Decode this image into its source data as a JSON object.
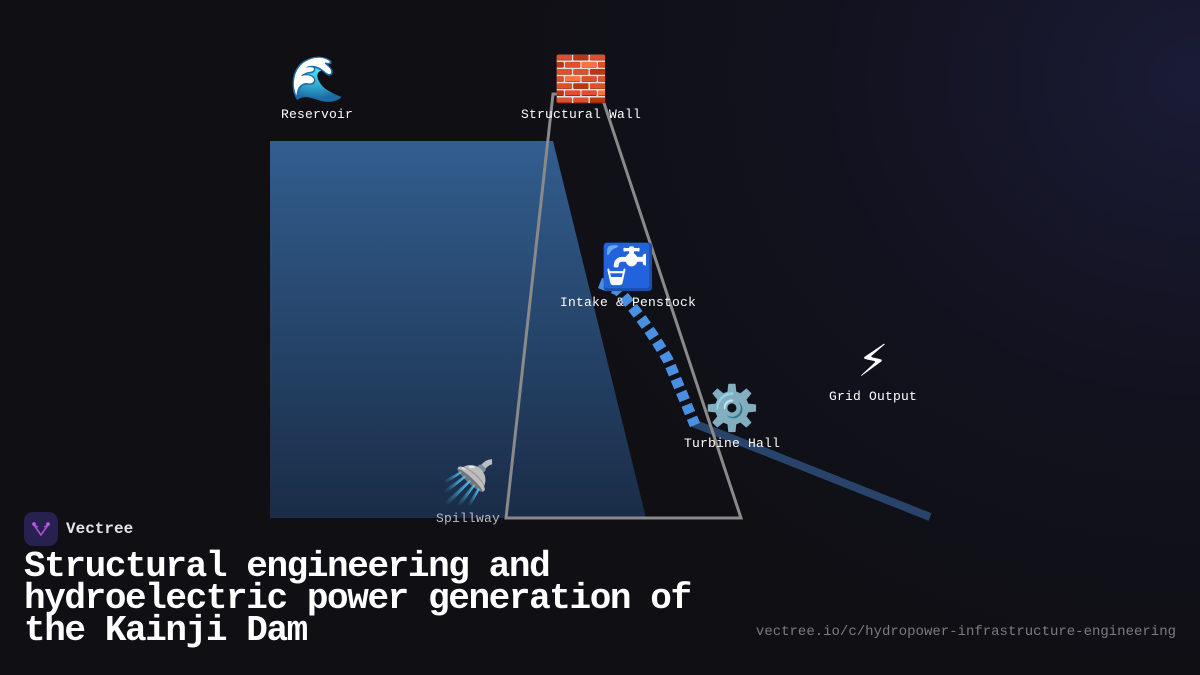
{
  "brand": {
    "name": "Vectree",
    "logo_icon": "vectree-logo-icon"
  },
  "title": "Structural engineering and hydroelectric power generation of the Kainji Dam",
  "url": "vectree.io/c/hydropower-infrastructure-engineering",
  "colors": {
    "background": "#0f0f14",
    "water_top": "#325e8f",
    "water_bottom": "#1a2c47",
    "dam_outline": "#8a8a8a",
    "penstock": "#4a90e2",
    "tailrace": "#2c4a73",
    "logo_bg": "#27214f",
    "logo_accent": "#b44be0"
  },
  "diagram": {
    "nodes": [
      {
        "id": "reservoir",
        "label": "Reservoir",
        "icon": "🌊",
        "icon_name": "water-wave-icon"
      },
      {
        "id": "structural-wall",
        "label": "Structural Wall",
        "icon": "🧱",
        "icon_name": "brick-wall-icon"
      },
      {
        "id": "intake-penstock",
        "label": "Intake & Penstock",
        "icon": "🚰",
        "icon_name": "water-tap-icon"
      },
      {
        "id": "turbine-hall",
        "label": "Turbine Hall",
        "icon": "⚙️",
        "icon_name": "gear-icon"
      },
      {
        "id": "grid-output",
        "label": "Grid Output",
        "icon": "⚡",
        "icon_name": "lightning-bolt-icon"
      },
      {
        "id": "spillway",
        "label": "Spillway",
        "icon": "🚿",
        "icon_name": "shower-icon"
      }
    ]
  }
}
